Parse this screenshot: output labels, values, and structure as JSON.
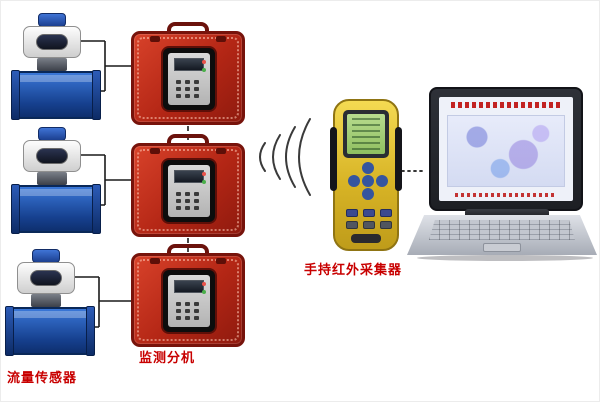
{
  "diagram": {
    "labels": {
      "flow_sensor": "流量传感器",
      "monitor_unit": "监测分机",
      "handheld_collector": "手持红外采集器"
    },
    "counts": {
      "flow_sensors": 3,
      "monitor_units": 3
    },
    "connections": {
      "sensor_to_unit": "wired-solid",
      "unit_to_unit": "dashed",
      "unit_to_handheld": "wireless-arcs",
      "handheld_to_laptop": "dotted"
    },
    "colors": {
      "label_red": "#c80000",
      "monitor_case_red": "#b32615",
      "flow_box_blue": "#16408e",
      "handheld_yellow": "#d8b426",
      "lcd_green": "#8fbf60",
      "line_black": "#1a1a1a"
    }
  }
}
